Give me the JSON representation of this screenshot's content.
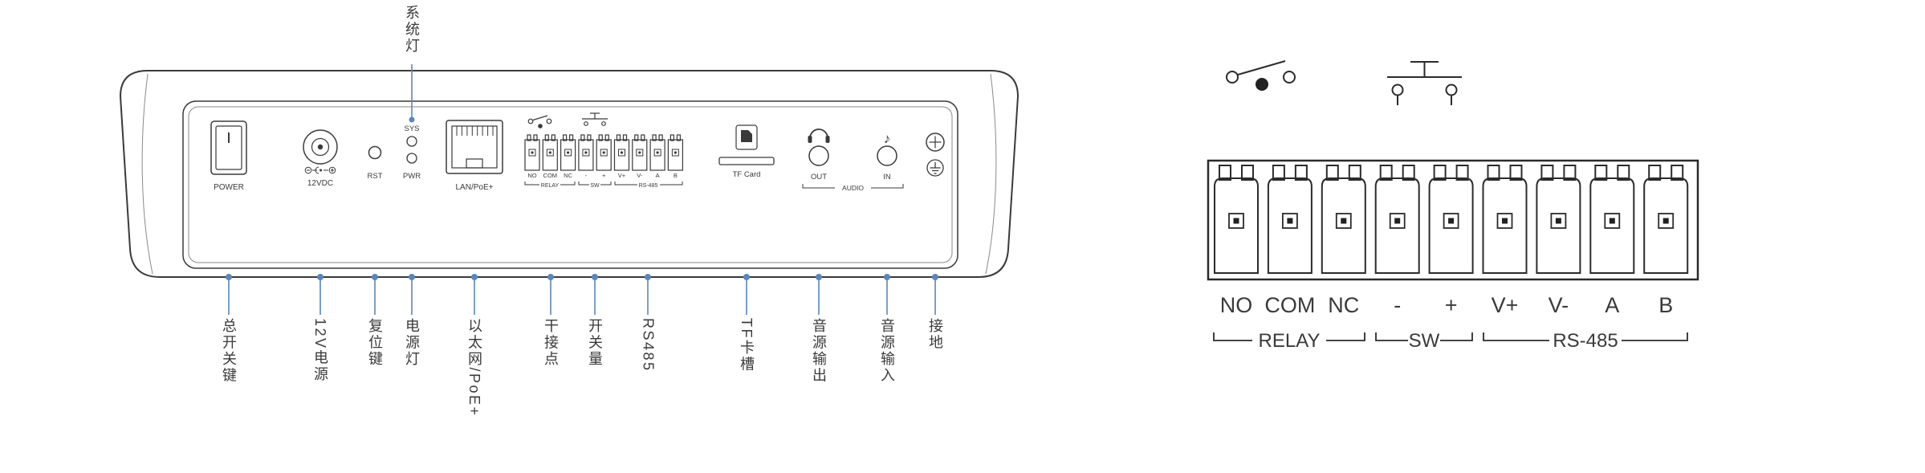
{
  "colors": {
    "line": "#3a3a3a",
    "leader": "#5b87b8",
    "detail_line": "#2b2b2b"
  },
  "icons": {
    "audio_in": "♪"
  },
  "panel": {
    "power": "POWER",
    "dc": "12VDC",
    "rst": "RST",
    "sys": "SYS",
    "pwr": "PWR",
    "lan": "LAN/PoE+",
    "tf": "TF Card",
    "out": "OUT",
    "in": "IN",
    "audio": "AUDIO",
    "pins": [
      "NO",
      "COM",
      "NC",
      "-",
      "+",
      "V+",
      "V-",
      "A",
      "B"
    ],
    "groups": [
      "RELAY",
      "SW",
      "RS-485"
    ]
  },
  "callouts": {
    "top": "系统灯",
    "bottom": [
      "总开关键",
      "12V电源",
      "复位键",
      "电源灯",
      "以太网/PoE+",
      "干接点",
      "开关量",
      "RS485",
      "TF卡槽",
      "音源输出",
      "音源输入",
      "接地"
    ]
  },
  "detail": {
    "pins": [
      "NO",
      "COM",
      "NC",
      "-",
      "+",
      "V+",
      "V-",
      "A",
      "B"
    ],
    "groups": [
      "RELAY",
      "SW",
      "RS-485"
    ]
  }
}
